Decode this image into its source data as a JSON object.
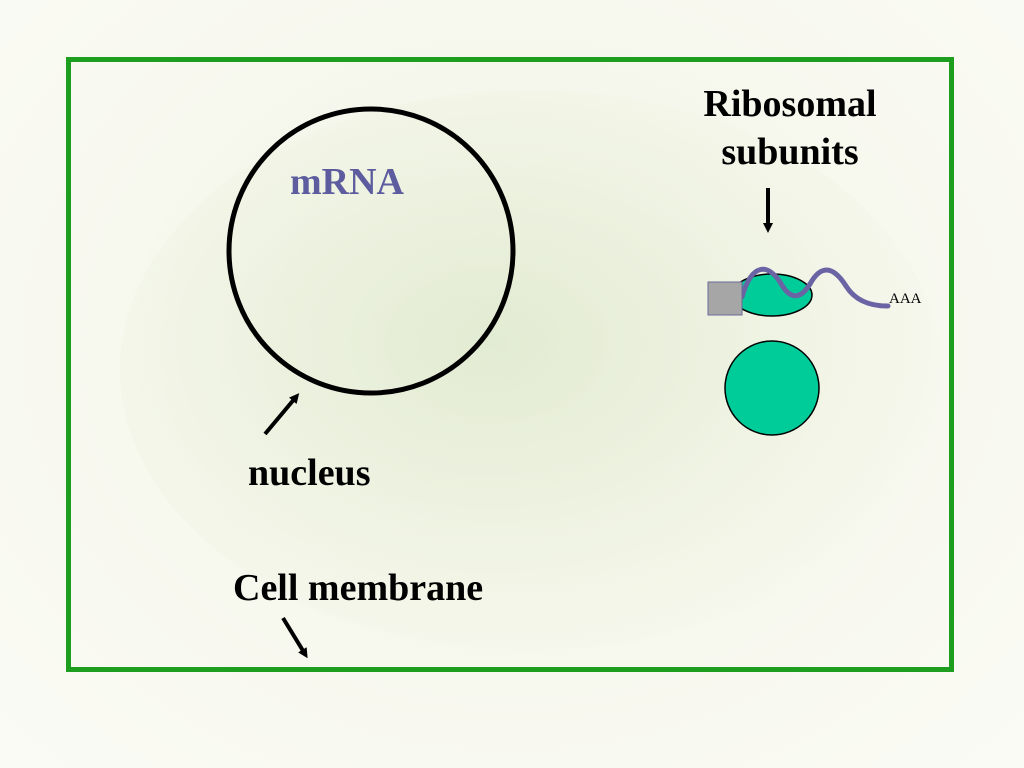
{
  "labels": {
    "mrna": "mRNA",
    "ribosomal_line1": "Ribosomal",
    "ribosomal_line2": "subunits",
    "nucleus": "nucleus",
    "cell_membrane": "Cell membrane",
    "poly_a_tail": "AAA"
  },
  "colors": {
    "cell_membrane": "#1e9e1e",
    "ribosome": "#00cc99",
    "mrna_strand": "#6a64a4",
    "mrna_label": "#5c5c9e",
    "cap": "#a6a6a6",
    "nucleus_outline": "#000000"
  }
}
